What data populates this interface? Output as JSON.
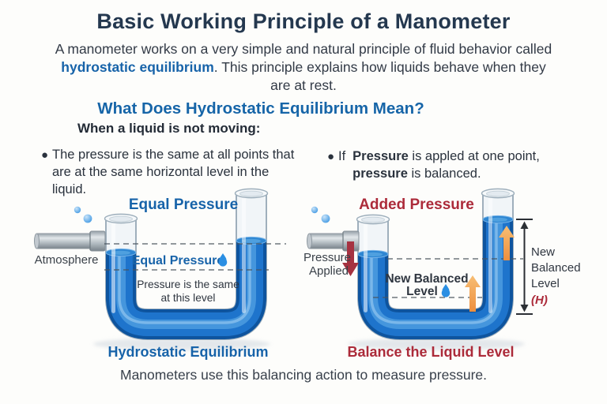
{
  "page": {
    "title": "Basic Working Principle of a Manometer",
    "intro": {
      "part1": "A manometer works on a very simple and natural principle of fluid behavior called ",
      "highlight": "hydrostatic equilibrium",
      "part2": ". This principle explains how liquids behave when they are at rest."
    },
    "section_heading": "What Does Hydrostatic Equilibrium Mean?",
    "subheading": "When a liquid is not moving:",
    "bullets": {
      "left": "The pressure is the same at all points that are at the same horizontal level in the liquid.",
      "right": {
        "prefix": "If",
        "bold1": "Pressure",
        "mid": " is appled at one point, ",
        "bold2": "pressure",
        "end": " is balanced."
      }
    },
    "footer": "Manometers use this balancing action to measure pressure."
  },
  "left_diagram": {
    "title": "Equal Pressure",
    "pipe_label": "Atmosphere",
    "level_label": "Equal Pressure",
    "note_line1": "Pressure is the same",
    "note_line2": "at this level",
    "caption": "Hydrostatic Equilibrium"
  },
  "right_diagram": {
    "title": "Added Pressure",
    "pipe_label_line1": "Pressure",
    "pipe_label_line2": "Applied",
    "level_label_line1": "New Balanced",
    "level_label_line2": "Level",
    "height_label_line1": "New",
    "height_label_line2": "Balanced",
    "height_label_line3": "Level",
    "height_label_line4": "(H)",
    "caption": "Balance the Liquid Level"
  },
  "icons": {
    "water_drop": "blue-teardrop",
    "bubbles": "small-blue-circles",
    "down_arrow": "red-down-arrow",
    "up_arrow": "orange-up-arrow",
    "measure_arrow": "double-headed-vertical-arrow"
  },
  "colors": {
    "title_navy": "#24384F",
    "heading_blue": "#1665A8",
    "label_blue": "#1763A9",
    "accent_red": "#AC2B3A",
    "liquid_blue": "#1E74CC",
    "liquid_dark": "#0E549E",
    "liquid_highlight": "#4C9CDF",
    "glass": "#F1F5F8",
    "glass_outline": "#9FAFBC",
    "text_dark": "#2A323D",
    "orange_arrow": "#F2A24B"
  }
}
